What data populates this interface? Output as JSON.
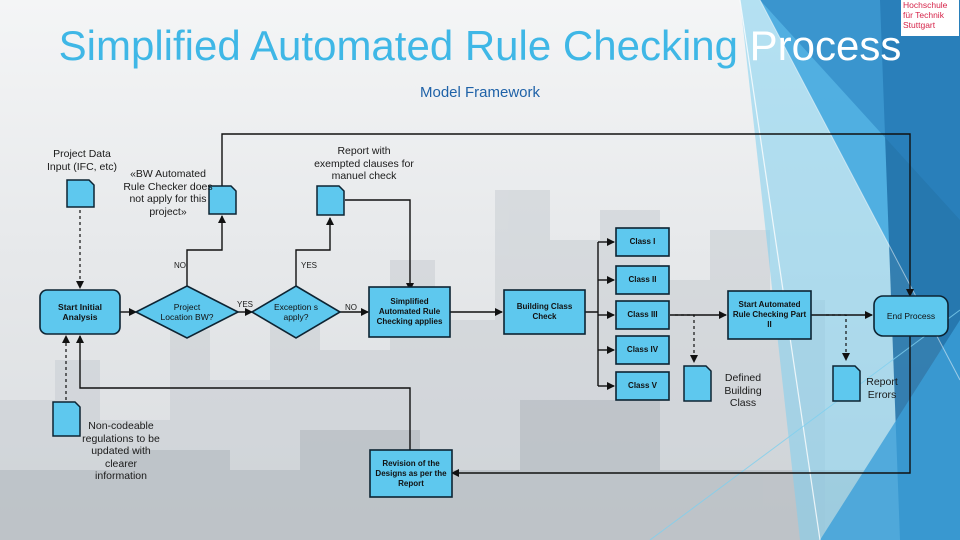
{
  "header": {
    "title_part1": "Simplified Automated Rule Checking ",
    "title_part2": "Process",
    "subtitle": "Model Framework",
    "logo_line1": "Hochschule",
    "logo_line2": "für Technik",
    "logo_line3": "Stuttgart"
  },
  "colors": {
    "accent_blue": "#3fb7e6",
    "node_fill": "#5ec8ee",
    "node_stroke": "#0d2433",
    "subtitle_blue": "#1f62a8",
    "logo_red": "#d6244a"
  },
  "nodes": {
    "start_initial_analysis": "Start Initial Analysis",
    "project_location": "Project Location BW?",
    "exceptions_apply": "Exception s apply?",
    "simplified_checking": "Simplified Automated Rule Checking applies",
    "building_class_check": "Building Class Check",
    "class_1": "Class I",
    "class_2": "Class II",
    "class_3": "Class III",
    "class_4": "Class IV",
    "class_5": "Class V",
    "start_checking_part2": "Start Automated Rule Checking Part II",
    "end_process": "End Process",
    "revision_designs": "Revision of the Designs as per the Report"
  },
  "labels": {
    "project_data_input": "Project Data Input (IFC, etc)",
    "bw_checker_note": "«BW Automated Rule Checker does not apply for this project»",
    "report_exempted": "Report with exempted clauses for manuel check",
    "non_codeable": "Non-codeable regulations to be updated with clearer information",
    "defined_building_class": "Defined Building Class",
    "report_errors": "Report Errors",
    "no_1": "NO",
    "yes_1": "YES",
    "yes_2": "YES",
    "no_2": "NO"
  }
}
